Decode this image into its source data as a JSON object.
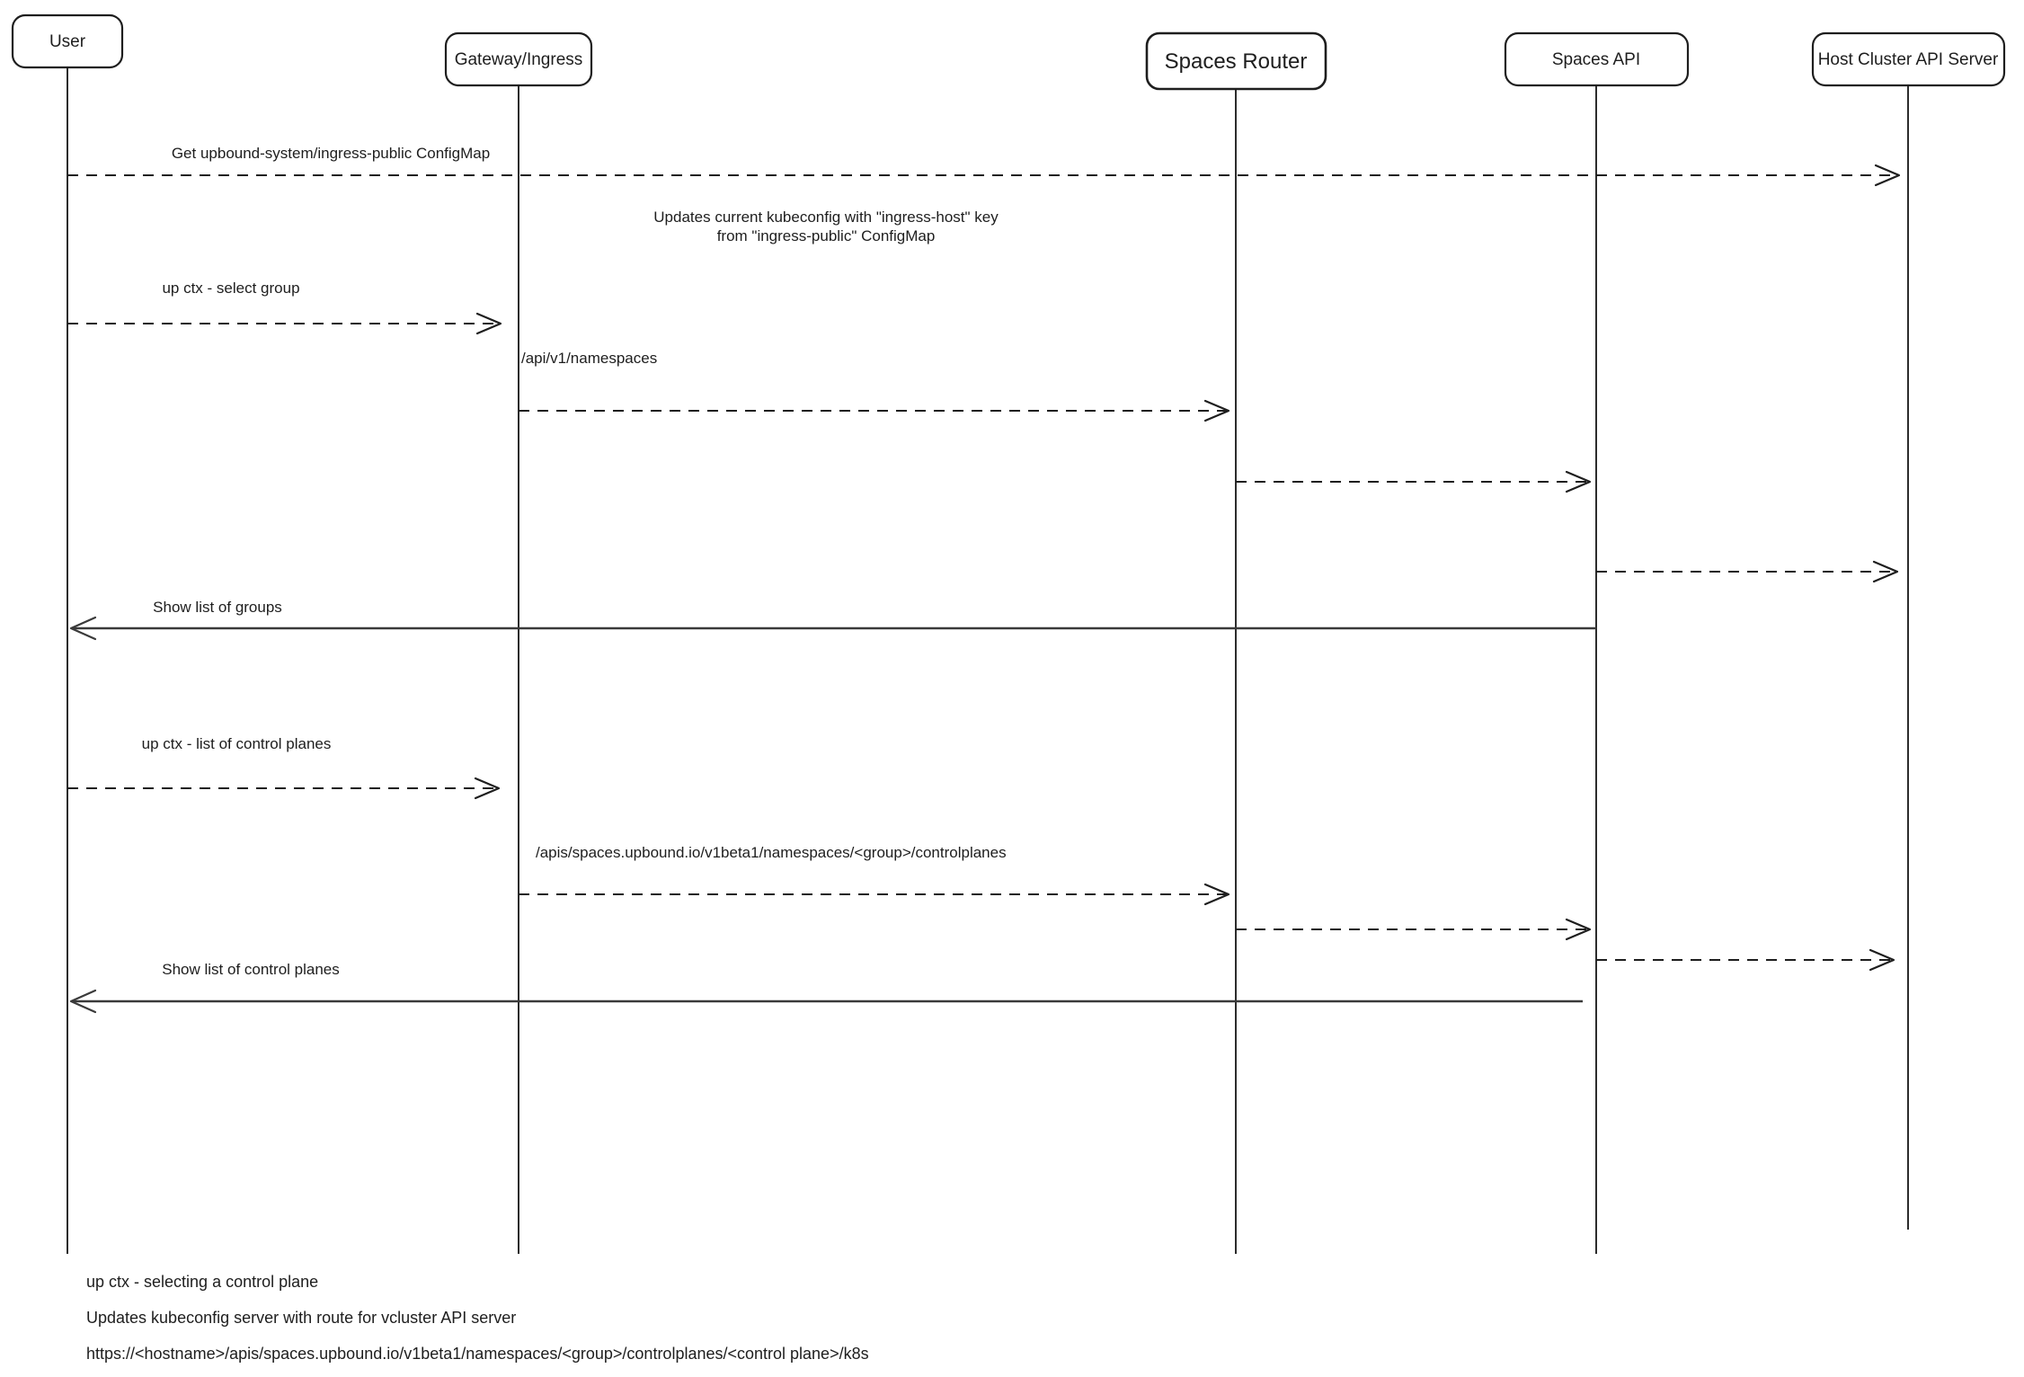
{
  "canvas": {
    "background": "#ffffff",
    "stroke_color": "#1e1e1e"
  },
  "actors": [
    {
      "id": "user",
      "label": "User"
    },
    {
      "id": "gateway-ingress",
      "label": "Gateway/Ingress"
    },
    {
      "id": "spaces-router",
      "label": "Spaces Router"
    },
    {
      "id": "spaces-api",
      "label": "Spaces API"
    },
    {
      "id": "host-cluster-api-server",
      "label": "Host Cluster API Server"
    }
  ],
  "messages": [
    {
      "from": "User",
      "to": "Host Cluster API Server",
      "style": "dashed",
      "label": "Get upbound-system/ingress-public ConfigMap"
    },
    {
      "type": "note",
      "line1": "Updates current kubeconfig with \"ingress-host\" key",
      "line2": "from \"ingress-public\" ConfigMap"
    },
    {
      "from": "User",
      "to": "Gateway/Ingress",
      "style": "dashed",
      "label": "up ctx - select group"
    },
    {
      "from": "Gateway/Ingress",
      "to": "Spaces Router",
      "style": "dashed",
      "label": "/api/v1/namespaces"
    },
    {
      "from": "Spaces Router",
      "to": "Spaces API",
      "style": "dashed",
      "label": ""
    },
    {
      "from": "Spaces API",
      "to": "Host Cluster API Server",
      "style": "dashed",
      "label": ""
    },
    {
      "from": "Spaces API",
      "to": "User",
      "style": "solid",
      "label": "Show list of groups"
    },
    {
      "from": "User",
      "to": "Gateway/Ingress",
      "style": "dashed",
      "label": "up ctx - list of control planes"
    },
    {
      "from": "Gateway/Ingress",
      "to": "Spaces Router",
      "style": "dashed",
      "label": "/apis/spaces.upbound.io/v1beta1/namespaces/<group>/controlplanes"
    },
    {
      "from": "Spaces Router",
      "to": "Spaces API",
      "style": "dashed",
      "label": ""
    },
    {
      "from": "Spaces API",
      "to": "Host Cluster API Server",
      "style": "dashed",
      "label": ""
    },
    {
      "from": "Spaces API",
      "to": "User",
      "style": "solid",
      "label": "Show list of control planes"
    }
  ],
  "footer_notes": [
    "up ctx - selecting a control plane",
    "Updates kubeconfig server with route for vcluster API server",
    "https://<hostname>/apis/spaces.upbound.io/v1beta1/namespaces/<group>/controlplanes/<control plane>/k8s"
  ]
}
